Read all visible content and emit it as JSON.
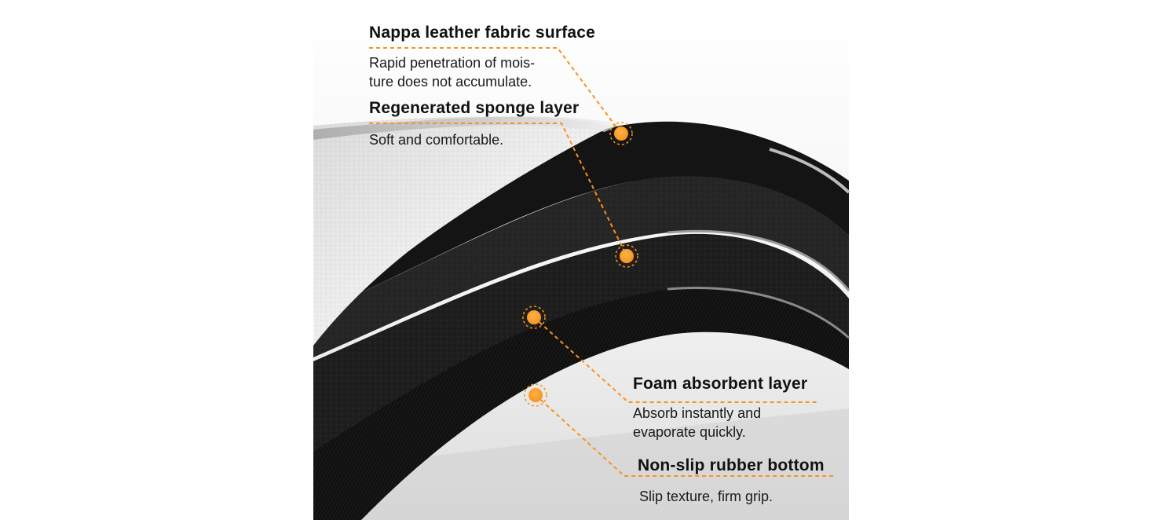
{
  "colors": {
    "accent": "#f7931e",
    "leather": "#e6e6e6",
    "layer_dark": "#1b1b1b",
    "background": "#ffffff"
  },
  "layers": [
    {
      "title": "Nappa leather fabric surface",
      "description": [
        "Rapid penetration of mois-",
        "ture does not accumulate."
      ]
    },
    {
      "title": "Regenerated sponge layer",
      "description": [
        "Soft and comfortable."
      ]
    },
    {
      "title": "Foam absorbent layer",
      "description": [
        "Absorb instantly and",
        "evaporate quickly."
      ]
    },
    {
      "title": "Non-slip rubber bottom",
      "description": [
        "Slip texture, firm grip."
      ]
    }
  ]
}
